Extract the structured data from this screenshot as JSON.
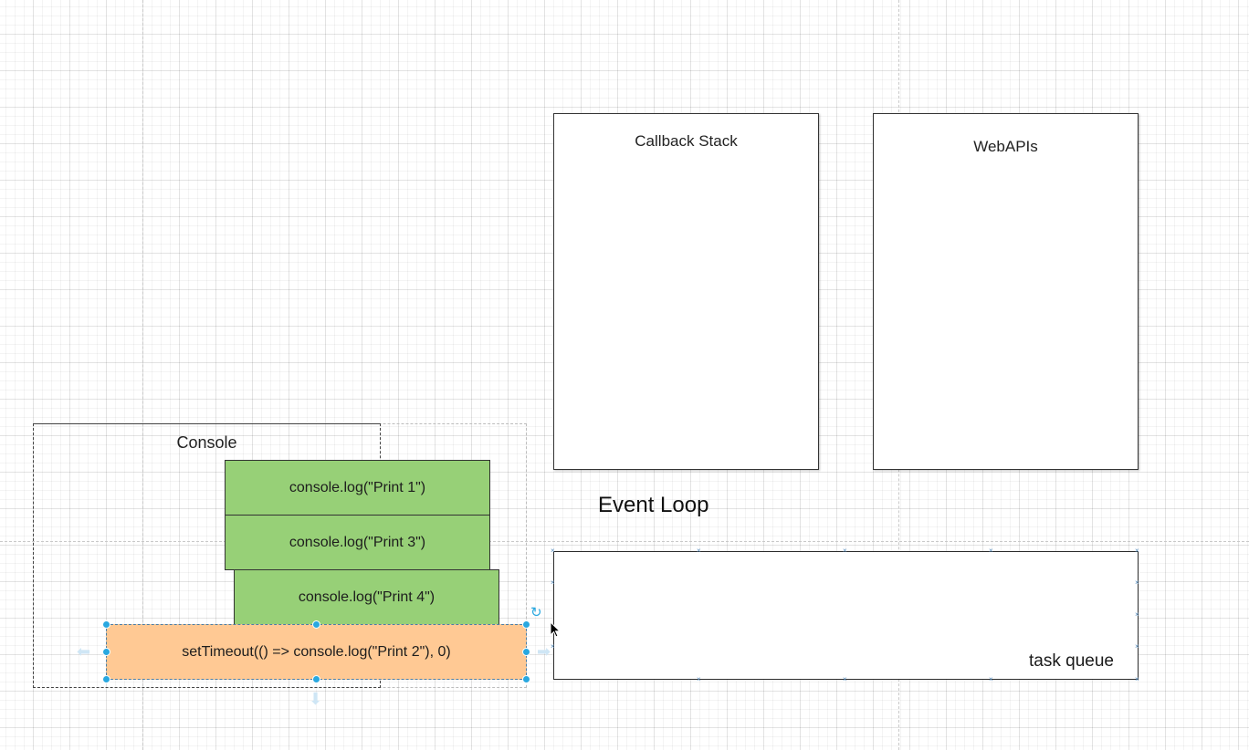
{
  "diagram": {
    "callback_stack": {
      "title": "Callback Stack"
    },
    "web_apis": {
      "title": "WebAPIs"
    },
    "console": {
      "title": "Console",
      "items": [
        "console.log(\"Print 1\")",
        "console.log(\"Print 3\")",
        "console.log(\"Print 4\")"
      ],
      "selected_item": "setTimeout(() => console.log(\"Print 2\"), 0)"
    },
    "event_loop": {
      "label": "Event Loop"
    },
    "task_queue": {
      "label": "task queue"
    }
  },
  "colors": {
    "green_block": "#97d077",
    "orange_block": "#ffc994",
    "selection_handle": "#29a8e0"
  },
  "icons": {
    "rotate": "rotate-icon",
    "cursor": "mouse-pointer-icon"
  }
}
